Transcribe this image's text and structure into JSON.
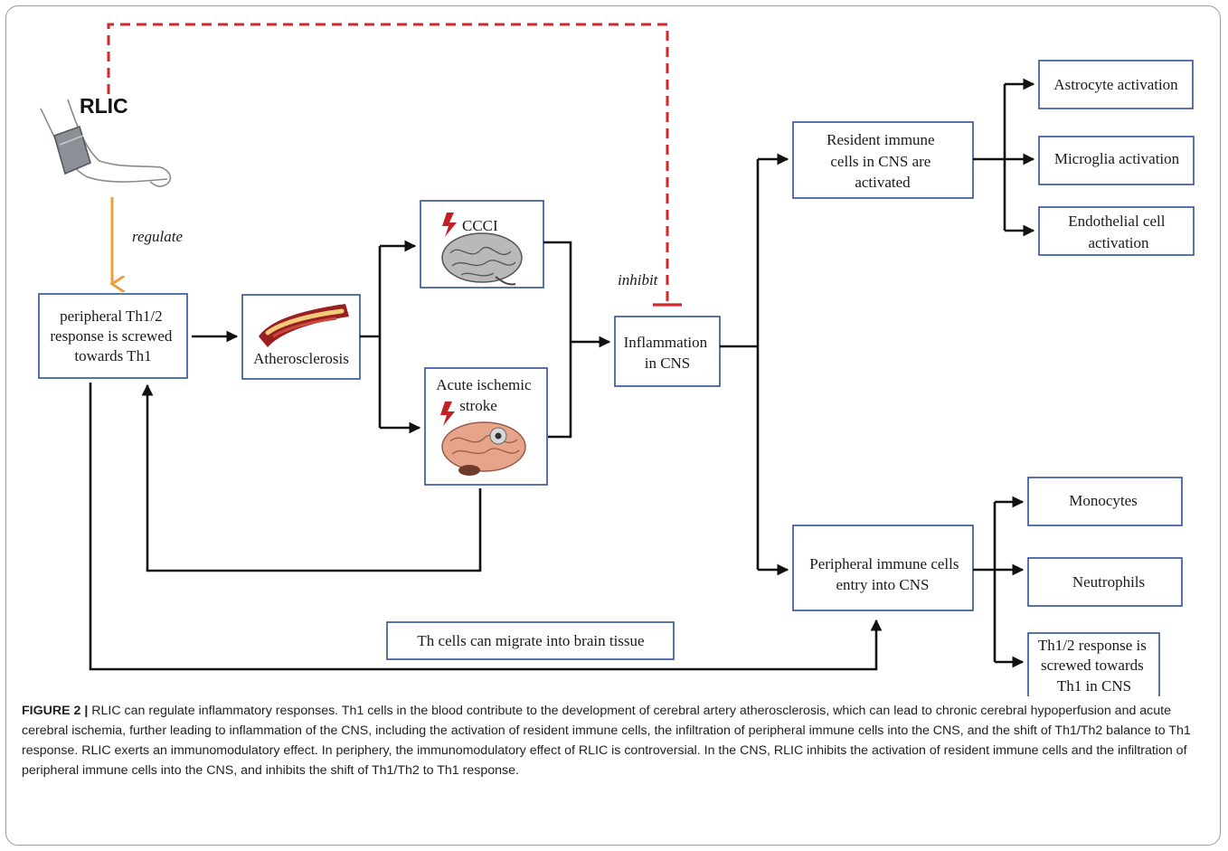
{
  "rlic_label": "RLIC",
  "edge_labels": {
    "regulate": "regulate",
    "inhibit": "inhibit"
  },
  "nodes": {
    "peripheral_th": [
      "peripheral Th1/2",
      "response is screwed",
      "towards Th1"
    ],
    "atherosclerosis": [
      "Atherosclerosis"
    ],
    "ccci": [
      "CCCI"
    ],
    "stroke": [
      "Acute ischemic",
      "stroke"
    ],
    "inflammation": [
      "Inflammation",
      "in CNS"
    ],
    "resident": [
      "Resident immune",
      "cells in CNS are",
      "activated"
    ],
    "peripheral_entry": [
      "Peripheral immune cells",
      "entry into CNS"
    ],
    "astrocyte": [
      "Astrocyte activation"
    ],
    "microglia": [
      "Microglia activation"
    ],
    "endothelial": [
      "Endothelial cell",
      "activation"
    ],
    "monocytes": [
      "Monocytes"
    ],
    "neutrophils": [
      "Neutrophils"
    ],
    "th_cns": [
      "Th1/2 response is",
      "screwed towards",
      "Th1 in CNS"
    ],
    "migrate": [
      "Th cells can migrate into brain tissue"
    ]
  },
  "colors": {
    "box_border": "#2e4f9a",
    "regulate_arrow": "#e8a23a",
    "inhibit_line": "#d3272b",
    "flow": "#111111"
  },
  "icons": [
    "arm-with-cuff-icon",
    "artery-plaque-icon",
    "brain-grey-icon",
    "brain-pink-icon",
    "lightning-icon"
  ],
  "caption": {
    "label": "FIGURE 2 |",
    "text": " RLIC can regulate inflammatory responses. Th1 cells in the blood contribute to the development of cerebral artery atherosclerosis, which can lead to chronic cerebral hypoperfusion and acute cerebral ischemia, further leading to inflammation of the CNS, including the activation of resident immune cells, the infiltration of peripheral immune cells into the CNS, and the shift of Th1/Th2 balance to Th1 response. RLIC exerts an immunomodulatory effect. In periphery, the immunomodulatory effect of RLIC is controversial. In the CNS, RLIC inhibits the activation of resident immune cells and the infiltration of peripheral immune cells into the CNS, and inhibits the shift of Th1/Th2 to Th1 response."
  }
}
